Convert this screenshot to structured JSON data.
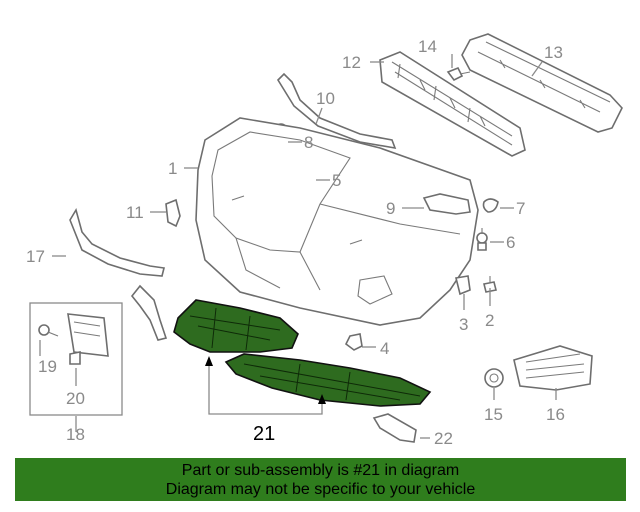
{
  "callouts": {
    "p1": "1",
    "p2": "2",
    "p3": "3",
    "p4": "4",
    "p5": "5",
    "p6": "6",
    "p7": "7",
    "p8": "8",
    "p9": "9",
    "p10": "10",
    "p11": "11",
    "p12": "12",
    "p13": "13",
    "p14": "14",
    "p15": "15",
    "p16": "16",
    "p17": "17",
    "p18": "18",
    "p19": "19",
    "p20": "20",
    "p21": "21",
    "p22": "22"
  },
  "colors": {
    "highlight_part": "#2e6b1f",
    "banner_background": "#2f7d1d",
    "callout_text": "#8a8a8a"
  },
  "banner": {
    "line1": "Part or sub-assembly is #21 in diagram",
    "line2": "Diagram may not be specific to your vehicle"
  }
}
